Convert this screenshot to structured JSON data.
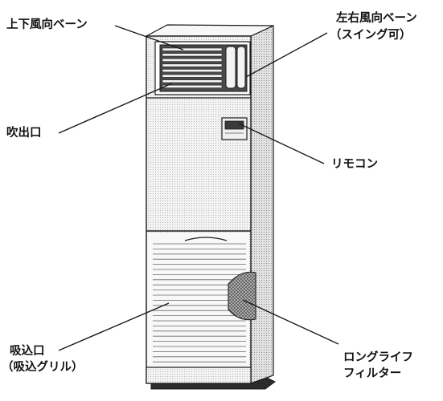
{
  "labels": {
    "vertical_vane": "上下風向ベーン",
    "horizontal_vane_line1": "左右風向ベーン",
    "horizontal_vane_line2": "（スイング可）",
    "air_outlet": "吹出口",
    "remote": "リモコン",
    "air_inlet_line1": "吸込口",
    "air_inlet_line2": "（吸込グリル）",
    "filter_line1": "ロングライフ",
    "filter_line2": "フィルター"
  },
  "colors": {
    "line": "#1a1a1a",
    "body_fill": "#ececec",
    "side_fill": "#d6d6d6",
    "dark_fill": "#3a3a3a"
  }
}
